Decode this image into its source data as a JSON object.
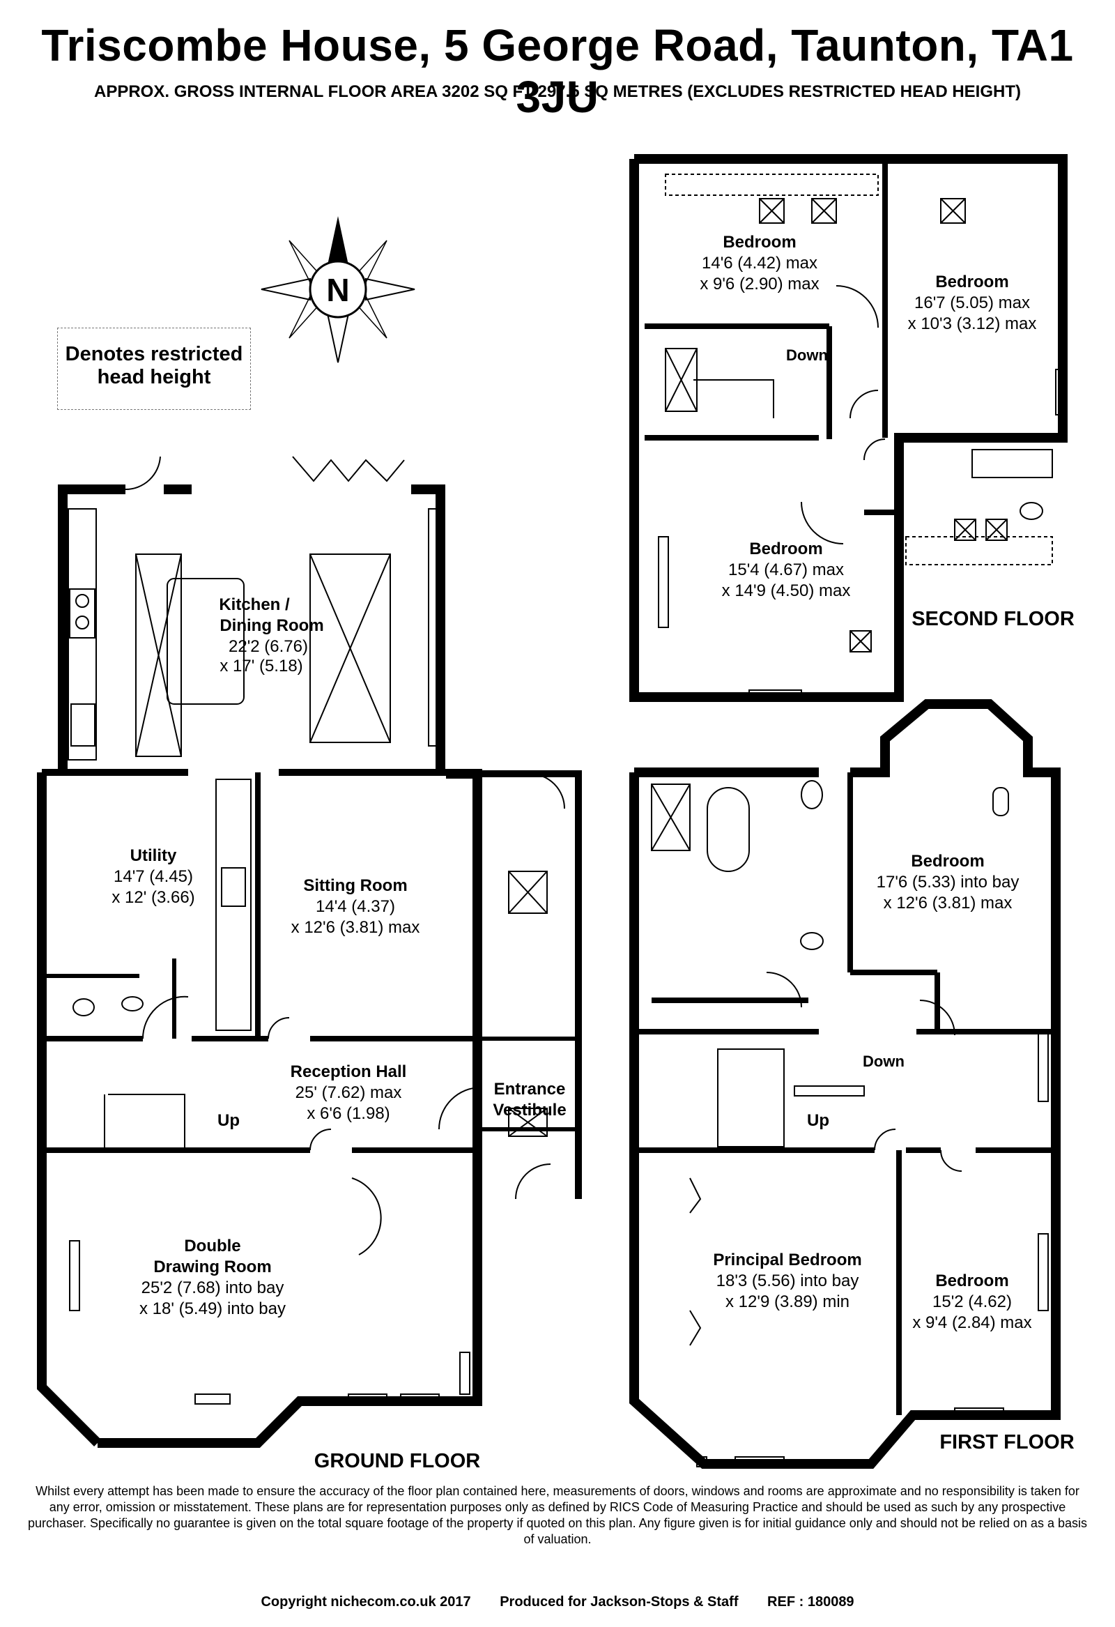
{
  "title": "Triscombe House, 5 George Road, Taunton, TA1 3JU",
  "subtitle": "APPROX. GROSS INTERNAL FLOOR AREA 3202 SQ FT 297.5 SQ METRES (EXCLUDES RESTRICTED HEAD HEIGHT)",
  "compass_label": "N",
  "restricted_note": {
    "line1": "Denotes restricted",
    "line2": "head height"
  },
  "floors": {
    "ground": "GROUND FLOOR",
    "first": "FIRST FLOOR",
    "second": "SECOND FLOOR"
  },
  "rooms": {
    "kitchen": {
      "l1": "Kitchen /",
      "l2": "Dining Room",
      "l3": "22'2 (6.76)",
      "l4": "x 17' (5.18)"
    },
    "utility": {
      "l1": "Utility",
      "l2": "14'7 (4.45)",
      "l3": "x 12' (3.66)"
    },
    "sitting": {
      "l1": "Sitting Room",
      "l2": "14'4 (4.37)",
      "l3": "x 12'6 (3.81) max"
    },
    "reception": {
      "l1": "Reception Hall",
      "l2": "25' (7.62) max",
      "l3": "x 6'6 (1.98)"
    },
    "vestibule": {
      "l1": "Entrance",
      "l2": "Vestibule"
    },
    "drawing": {
      "l1": "Double",
      "l2": "Drawing Room",
      "l3": "25'2 (7.68) into bay",
      "l4": "x 18' (5.49) into bay"
    },
    "ff_bedroom_bay": {
      "l1": "Bedroom",
      "l2": "17'6 (5.33) into bay",
      "l3": "x 12'6 (3.81) max"
    },
    "principal": {
      "l1": "Principal Bedroom",
      "l2": "18'3 (5.56) into bay",
      "l3": "x 12'9 (3.89) min"
    },
    "ff_bedroom_small": {
      "l1": "Bedroom",
      "l2": "15'2 (4.62)",
      "l3": "x 9'4 (2.84) max"
    },
    "sf_bedroom_a": {
      "l1": "Bedroom",
      "l2": "14'6 (4.42) max",
      "l3": "x 9'6 (2.90) max"
    },
    "sf_bedroom_b": {
      "l1": "Bedroom",
      "l2": "16'7 (5.05) max",
      "l3": "x 10'3 (3.12) max"
    },
    "sf_bedroom_c": {
      "l1": "Bedroom",
      "l2": "15'4 (4.67) max",
      "l3": "x 14'9 (4.50) max"
    }
  },
  "stairs": {
    "up": "Up",
    "down": "Down"
  },
  "disclaimer": "Whilst every attempt has been made to ensure the accuracy of the floor plan contained here, measurements of doors, windows and rooms are approximate and no responsibility is taken for any error, omission or misstatement. These plans are for representation purposes only as defined by RICS Code of Measuring Practice and should be used as such by any prospective purchaser.  Specifically no guarantee is given on the total square footage of the property if quoted on this plan. Any figure given is for initial guidance only and should not be relied on as a basis of valuation.",
  "footer": {
    "copyright": "Copyright nichecom.co.uk 2017",
    "produced": "Produced for Jackson-Stops & Staff",
    "ref": "REF : 180089"
  }
}
